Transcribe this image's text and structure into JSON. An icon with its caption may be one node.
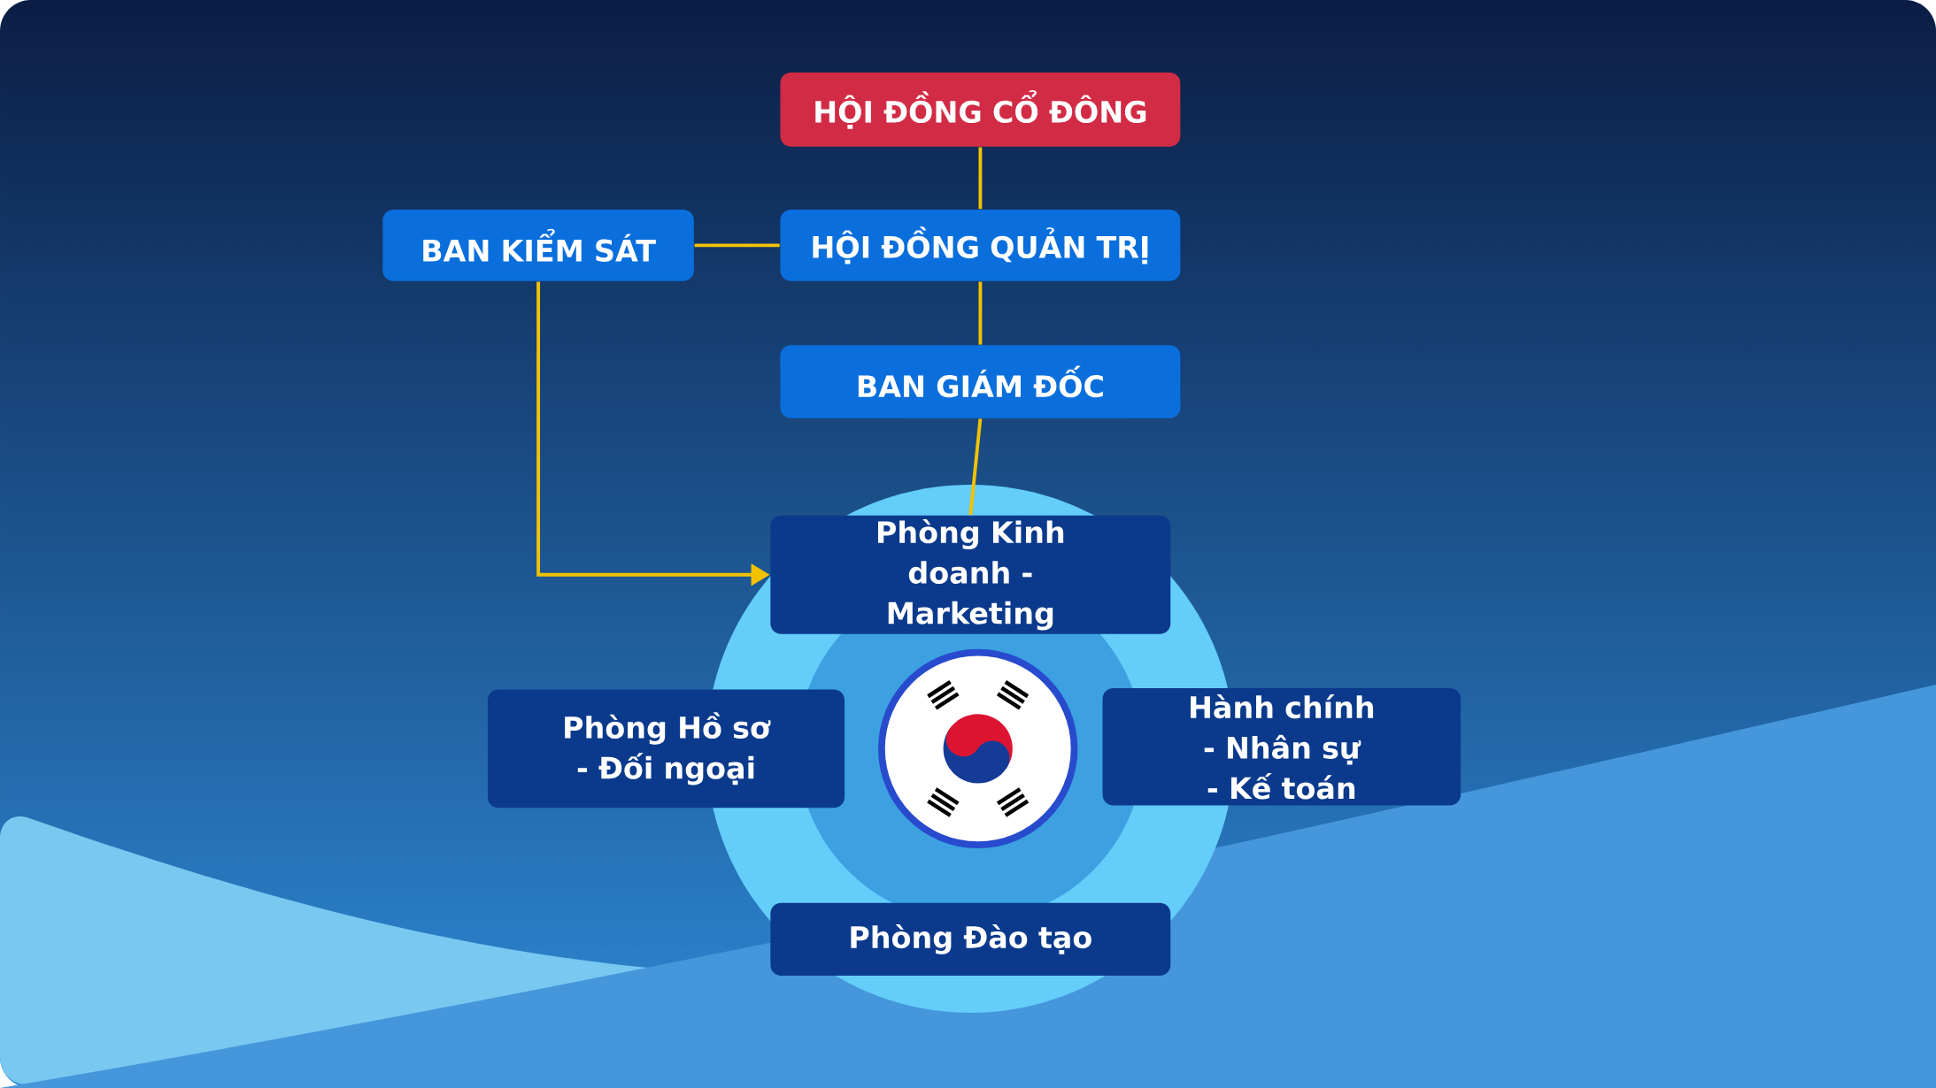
{
  "diagram": {
    "nodes": [
      {
        "text": [
          "HỘI ĐỒNG CỔ ĐÔNG"
        ]
      },
      {
        "text": [
          "BAN KIỂM SÁT"
        ]
      },
      {
        "text": [
          "HỘI ĐỒNG QUẢN TRỊ"
        ]
      },
      {
        "text": [
          "BAN GIÁM ĐỐC"
        ]
      },
      {
        "text": [
          "Phòng Kinh doanh - Marketing"
        ]
      },
      {
        "text": [
          "Phòng Hồ sơ - Đối ngoại"
        ]
      },
      {
        "text": [
          "Hành chính - Nhân sự - Kế toán"
        ]
      },
      {
        "text": [
          "Phòng Đào tạo"
        ]
      }
    ],
    "edges": [
      {
        "from": 0,
        "to": 2,
        "arrow": "none"
      },
      {
        "from": 2,
        "to": 1,
        "arrow": "none"
      },
      {
        "from": 2,
        "to": 3,
        "arrow": "none"
      },
      {
        "from": 3,
        "to": 4,
        "arrow": "none"
      },
      {
        "from": 1,
        "to": 4,
        "arrow": "to"
      }
    ]
  }
}
